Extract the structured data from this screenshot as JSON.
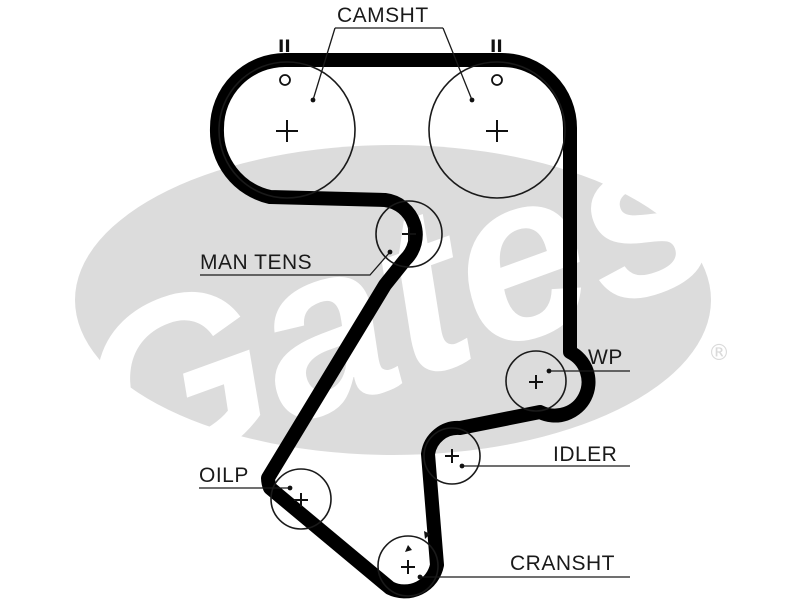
{
  "watermark": {
    "brand": "Gates",
    "trademark": "®",
    "color": "#dcdcdc"
  },
  "labels": {
    "camshaft": "CAMSHT",
    "manual_tensioner": "MAN TENS",
    "water_pump": "WP",
    "idler": "IDLER",
    "oil_pump": "OILP",
    "crankshaft": "CRANSHT"
  },
  "timing_marks": {
    "cam_left_double": "II",
    "cam_right_double": "II",
    "cam_left_circle": "o",
    "cam_right_circle": "o"
  },
  "colors": {
    "belt": "#000000",
    "pulley": "#1a1a1a",
    "background": "#ffffff"
  }
}
